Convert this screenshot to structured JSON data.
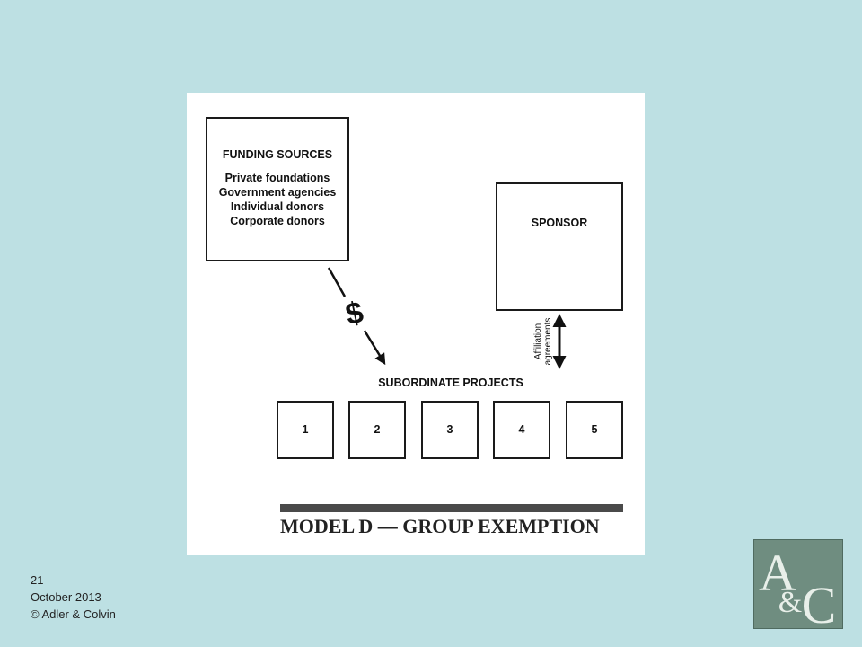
{
  "diagram": {
    "funding_title": "FUNDING SOURCES",
    "funding_items": [
      "Private foundations",
      "Government agencies",
      "Individual donors",
      "Corporate donors"
    ],
    "money_symbol": "$",
    "sponsor_title": "SPONSOR",
    "affiliation_line1": "Affiliation",
    "affiliation_line2": "agreements",
    "subordinate_title": "SUBORDINATE PROJECTS",
    "projects": [
      "1",
      "2",
      "3",
      "4",
      "5"
    ],
    "model_title": "MODEL D — GROUP EXEMPTION"
  },
  "footer": {
    "slide_number": "21",
    "date": "October 2013",
    "copyright": "© Adler & Colvin"
  },
  "logo": {
    "letter_a": "A",
    "ampersand": "&",
    "letter_c": "C"
  },
  "colors": {
    "background": "#bde0e3",
    "logo_bg": "#6f8d80",
    "logo_text": "#e8efe9"
  }
}
